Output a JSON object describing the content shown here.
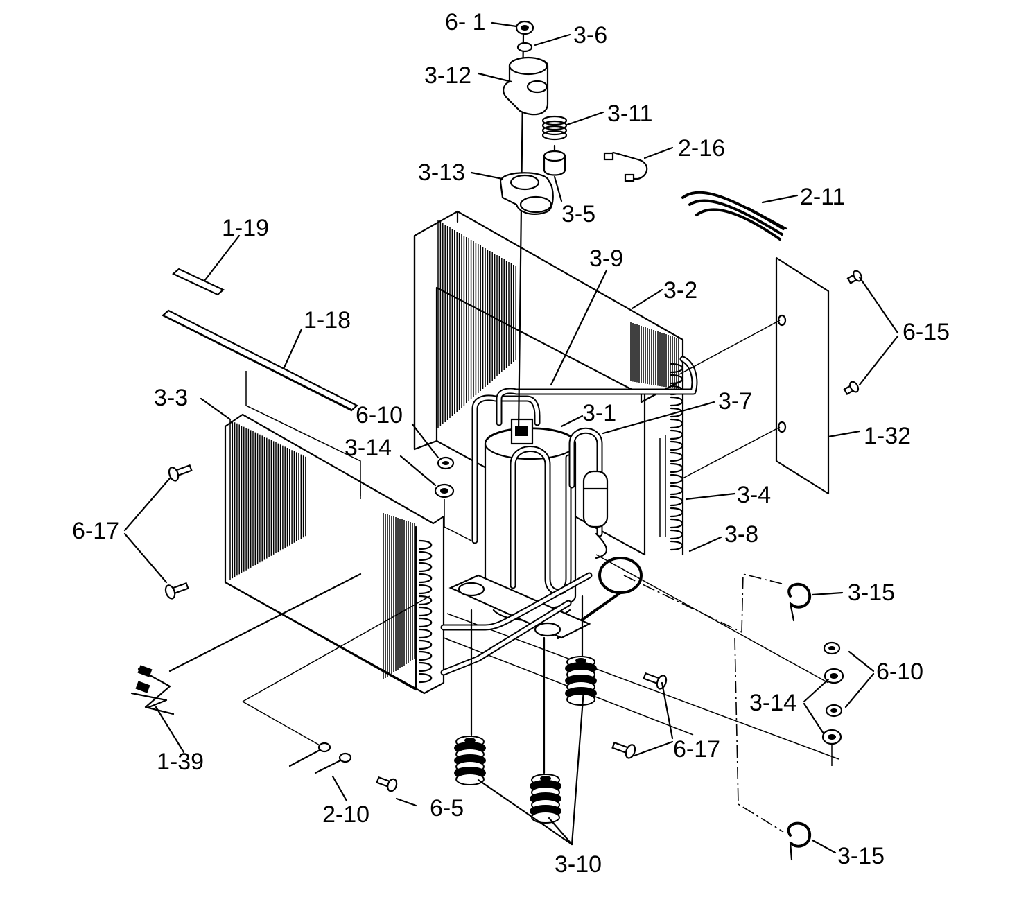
{
  "diagram": {
    "labels": [
      {
        "id": "lbl-6-1",
        "text": "6- 1"
      },
      {
        "id": "lbl-3-6",
        "text": "3-6"
      },
      {
        "id": "lbl-3-12",
        "text": "3-12"
      },
      {
        "id": "lbl-3-11",
        "text": "3-11"
      },
      {
        "id": "lbl-2-16",
        "text": "2-16"
      },
      {
        "id": "lbl-3-13",
        "text": "3-13"
      },
      {
        "id": "lbl-2-11",
        "text": "2-11"
      },
      {
        "id": "lbl-3-5",
        "text": "3-5"
      },
      {
        "id": "lbl-1-19",
        "text": "1-19"
      },
      {
        "id": "lbl-3-9",
        "text": "3-9"
      },
      {
        "id": "lbl-3-2",
        "text": "3-2"
      },
      {
        "id": "lbl-1-18",
        "text": "1-18"
      },
      {
        "id": "lbl-6-15",
        "text": "6-15"
      },
      {
        "id": "lbl-3-3",
        "text": "3-3"
      },
      {
        "id": "lbl-6-10-a",
        "text": "6-10"
      },
      {
        "id": "lbl-3-1",
        "text": "3-1"
      },
      {
        "id": "lbl-3-7",
        "text": "3-7"
      },
      {
        "id": "lbl-3-14-a",
        "text": "3-14"
      },
      {
        "id": "lbl-1-32",
        "text": "1-32"
      },
      {
        "id": "lbl-3-4",
        "text": "3-4"
      },
      {
        "id": "lbl-6-17-a",
        "text": "6-17"
      },
      {
        "id": "lbl-3-8",
        "text": "3-8"
      },
      {
        "id": "lbl-3-15-a",
        "text": "3-15"
      },
      {
        "id": "lbl-6-10-b",
        "text": "6-10"
      },
      {
        "id": "lbl-3-14-b",
        "text": "3-14"
      },
      {
        "id": "lbl-6-17-b",
        "text": "6-17"
      },
      {
        "id": "lbl-1-39",
        "text": "1-39"
      },
      {
        "id": "lbl-6-5",
        "text": "6-5"
      },
      {
        "id": "lbl-2-10",
        "text": "2-10"
      },
      {
        "id": "lbl-3-15-b",
        "text": "3-15"
      },
      {
        "id": "lbl-3-10",
        "text": "3-10"
      }
    ]
  }
}
